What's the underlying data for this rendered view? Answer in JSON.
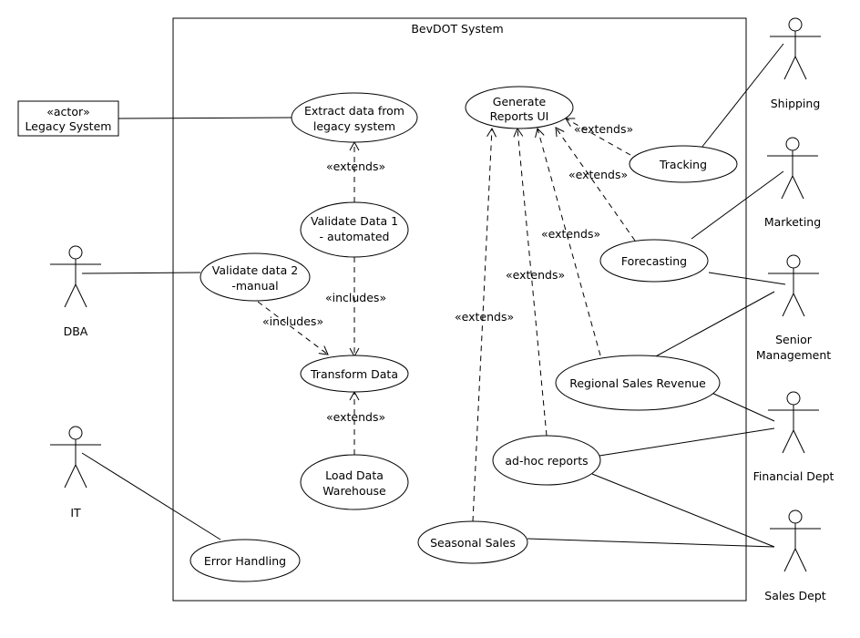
{
  "system": {
    "title": "BevDOT System"
  },
  "legacy_actor": {
    "stereotype": "«actor»",
    "name": "Legacy System"
  },
  "actors": [
    {
      "id": "shipping",
      "name": [
        "Shipping"
      ]
    },
    {
      "id": "marketing",
      "name": [
        "Marketing"
      ]
    },
    {
      "id": "senior-management",
      "name": [
        "Senior",
        "Management"
      ]
    },
    {
      "id": "financial-dept",
      "name": [
        "Financial Dept"
      ]
    },
    {
      "id": "sales-dept",
      "name": [
        "Sales Dept"
      ]
    },
    {
      "id": "dba",
      "name": [
        "DBA"
      ]
    },
    {
      "id": "it",
      "name": [
        "IT"
      ]
    }
  ],
  "use_cases": [
    {
      "id": "extract-data",
      "label": [
        "Extract data from",
        "legacy system"
      ]
    },
    {
      "id": "generate-reports-ui",
      "label": [
        "Generate",
        "Reports UI"
      ]
    },
    {
      "id": "tracking",
      "label": [
        "Tracking"
      ]
    },
    {
      "id": "validate-data-1",
      "label": [
        "Validate Data 1",
        "- automated"
      ]
    },
    {
      "id": "validate-data-2",
      "label": [
        "Validate data 2",
        "-manual"
      ]
    },
    {
      "id": "forecasting",
      "label": [
        "Forecasting"
      ]
    },
    {
      "id": "transform-data",
      "label": [
        "Transform Data"
      ]
    },
    {
      "id": "regional-sales-revenue",
      "label": [
        "Regional Sales Revenue"
      ]
    },
    {
      "id": "ad-hoc-reports",
      "label": [
        "ad-hoc reports"
      ]
    },
    {
      "id": "load-data-warehouse",
      "label": [
        "Load Data",
        "Warehouse"
      ]
    },
    {
      "id": "seasonal-sales",
      "label": [
        "Seasonal Sales"
      ]
    },
    {
      "id": "error-handling",
      "label": [
        "Error Handling"
      ]
    }
  ],
  "relationship_labels": {
    "extends": "«extends»",
    "includes": "«includes»"
  }
}
